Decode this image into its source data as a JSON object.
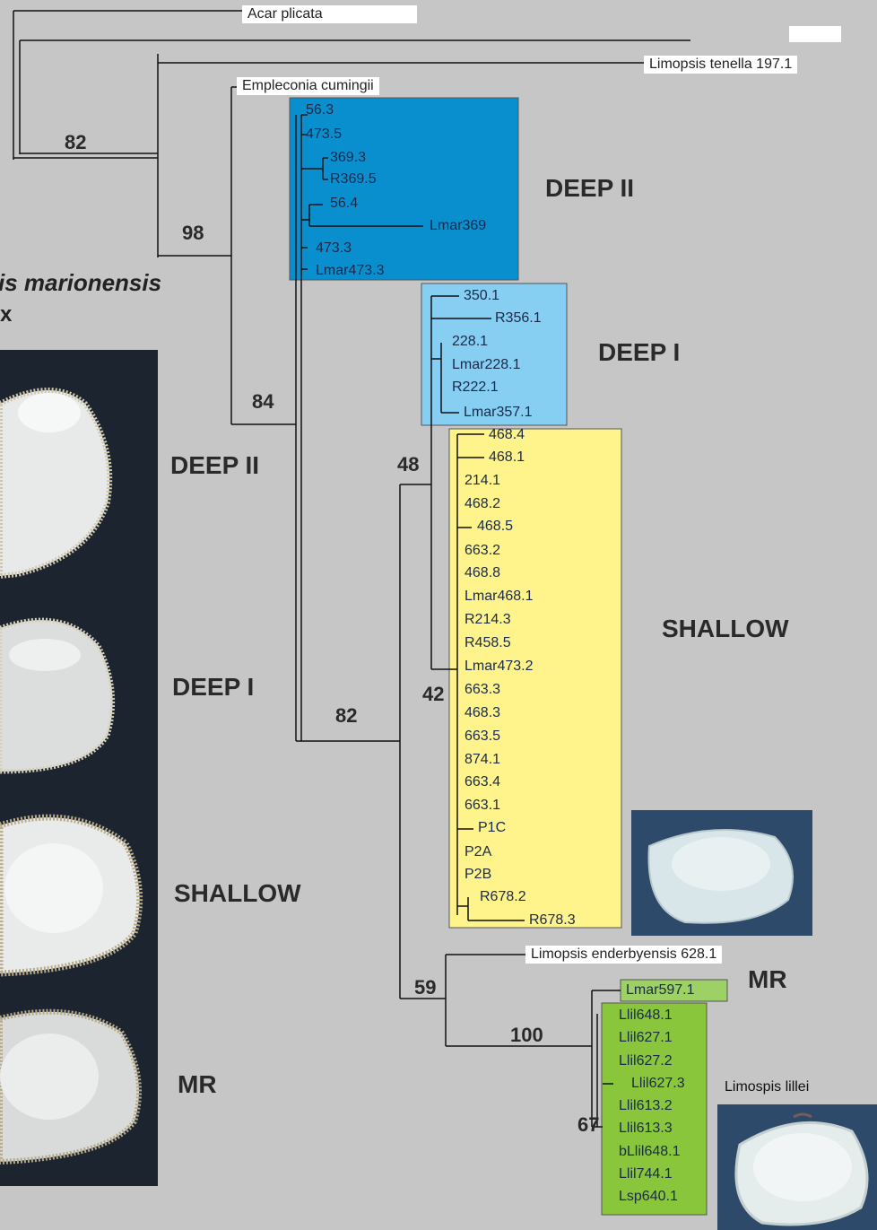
{
  "taxa": {
    "acar": "Acar plicata",
    "tenella": "Limopsis tenella 197.1",
    "empleconia": "Empleconia cumingii",
    "enderbyensis": "Limopsis enderbyensis 628.1"
  },
  "deep2_taxa": [
    "56.3",
    "473.5",
    "369.3",
    "R369.5",
    "56.4",
    "Lmar369",
    "473.3",
    "Lmar473.3"
  ],
  "deep1_taxa": [
    "350.1",
    "R356.1",
    "228.1",
    "Lmar228.1",
    "R222.1",
    "Lmar357.1"
  ],
  "shallow_taxa": [
    "468.4",
    "468.1",
    "214.1",
    "468.2",
    "468.5",
    "663.2",
    "468.8",
    "Lmar468.1",
    "R214.3",
    "R458.5",
    "Lmar473.2",
    "663.3",
    "468.3",
    "663.5",
    "874.1",
    "663.4",
    "663.1",
    "P1C",
    "P2A",
    "P2B",
    "R678.2",
    "R678.3"
  ],
  "mr_taxon": "Lmar597.1",
  "lillei_taxa": [
    "Llil648.1",
    "Llil627.1",
    "Llil627.2",
    "Llil627.3",
    "Llil613.2",
    "Llil613.3",
    "bLlil648.1",
    "Llil744.1",
    "Lsp640.1"
  ],
  "bootstrap": {
    "b82_top": "82",
    "b98": "98",
    "b84": "84",
    "b48": "48",
    "b42": "42",
    "b82_mid": "82",
    "b59": "59",
    "b100": "100",
    "b67": "67"
  },
  "clade_labels": {
    "deep2": "DEEP II",
    "deep1": "DEEP I",
    "shallow": "SHALLOW",
    "mr": "MR"
  },
  "photo_labels": {
    "deep2": "DEEP II",
    "deep1": "DEEP I",
    "shallow": "SHALLOW",
    "mr": "MR"
  },
  "species_title": "is marionensis",
  "species_sub": "x",
  "lillei_caption": "Limospis lillei",
  "colors": {
    "background": "#c6c6c6",
    "deep2_box": "#0a8fce",
    "deep1_box": "#86cef2",
    "shallow_box": "#fff38c",
    "mr_box": "#9ed165",
    "lillei_box": "#89c63b",
    "photo_dark": "#1c2430",
    "photo_blue": "#2e4a6a"
  }
}
